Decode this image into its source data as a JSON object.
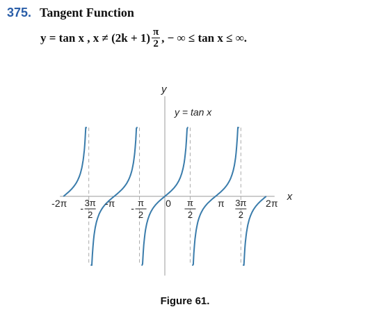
{
  "header": {
    "number": "375.",
    "title": "Tangent Function",
    "formula_prefix": "y = tan x ,  x ≠ (2k + 1)",
    "frac_num": "π",
    "frac_den": "2",
    "formula_suffix": ", − ∞ ≤ tan x ≤ ∞."
  },
  "caption": "Figure 61.",
  "chart_data": {
    "type": "line",
    "title": "",
    "curve_label": "y = tan x",
    "xlabel": "x",
    "ylabel": "y",
    "function": "tan",
    "xlim": [
      -6.5,
      6.8
    ],
    "ylim": [
      -5.2,
      5.2
    ],
    "asymptotes": [
      "-3π/2",
      "-π/2",
      "π/2",
      "3π/2"
    ],
    "asymptote_values": [
      -4.712,
      -1.571,
      1.571,
      4.712
    ],
    "branches": [
      {
        "x_from": -6.283,
        "x_to": -4.83
      },
      {
        "x_from": -4.6,
        "x_to": -1.69
      },
      {
        "x_from": -1.45,
        "x_to": 1.45
      },
      {
        "x_from": 1.69,
        "x_to": 4.6
      },
      {
        "x_from": 4.83,
        "x_to": 6.283
      }
    ],
    "x_ticks": [
      {
        "label": "-2π",
        "value": -6.283
      },
      {
        "label": "-3π/2",
        "value": -4.712
      },
      {
        "label": "-π",
        "value": -3.142
      },
      {
        "label": "-π/2",
        "value": -1.571
      },
      {
        "label": "0",
        "value": 0
      },
      {
        "label": "π/2",
        "value": 1.571
      },
      {
        "label": "π",
        "value": 3.142
      },
      {
        "label": "3π/2",
        "value": 4.712
      },
      {
        "label": "2π",
        "value": 6.283
      }
    ],
    "colors": {
      "curve": "#3a7cab",
      "axis": "#999999",
      "asymptote": "#aaaaaa"
    }
  }
}
